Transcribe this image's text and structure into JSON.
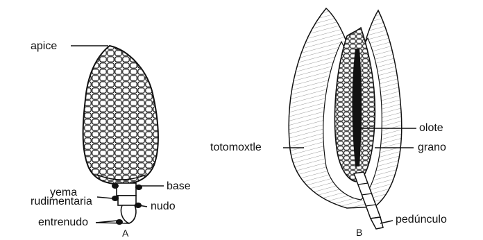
{
  "labels": {
    "apice": "apice",
    "base": "base",
    "yema": "yema",
    "rudimentaria": "rudimentaria",
    "nudo": "nudo",
    "entrenudo": "entrenudo",
    "panel_a": "A",
    "olote": "olote",
    "totomoxtle": "totomoxtle",
    "grano": "grano",
    "pedunculo": "pedúnculo",
    "panel_b": "B"
  },
  "colors": {
    "ink": "#111111",
    "paper": "#ffffff"
  }
}
